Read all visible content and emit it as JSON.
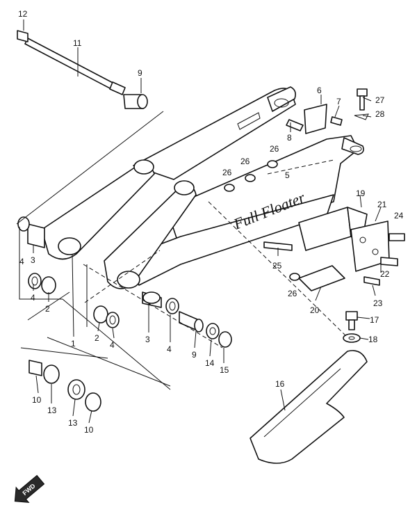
{
  "callouts": [
    {
      "id": "12",
      "label": "12"
    },
    {
      "id": "11",
      "label": "11"
    },
    {
      "id": "9a",
      "label": "9"
    },
    {
      "id": "6",
      "label": "6"
    },
    {
      "id": "7",
      "label": "7"
    },
    {
      "id": "8",
      "label": "8"
    },
    {
      "id": "27",
      "label": "27"
    },
    {
      "id": "28",
      "label": "28"
    },
    {
      "id": "26a",
      "label": "26"
    },
    {
      "id": "26b",
      "label": "26"
    },
    {
      "id": "26c",
      "label": "26"
    },
    {
      "id": "5",
      "label": "5"
    },
    {
      "id": "19",
      "label": "19"
    },
    {
      "id": "21",
      "label": "21"
    },
    {
      "id": "24",
      "label": "24"
    },
    {
      "id": "25",
      "label": "25"
    },
    {
      "id": "22",
      "label": "22"
    },
    {
      "id": "23",
      "label": "23"
    },
    {
      "id": "26d",
      "label": "26"
    },
    {
      "id": "20",
      "label": "20"
    },
    {
      "id": "17",
      "label": "17"
    },
    {
      "id": "18",
      "label": "18"
    },
    {
      "id": "3a",
      "label": "3"
    },
    {
      "id": "4a",
      "label": "4"
    },
    {
      "id": "4b",
      "label": "4"
    },
    {
      "id": "2a",
      "label": "2"
    },
    {
      "id": "1",
      "label": "1"
    },
    {
      "id": "2b",
      "label": "2"
    },
    {
      "id": "4c",
      "label": "4"
    },
    {
      "id": "3b",
      "label": "3"
    },
    {
      "id": "4d",
      "label": "4"
    },
    {
      "id": "9b",
      "label": "9"
    },
    {
      "id": "14",
      "label": "14"
    },
    {
      "id": "15",
      "label": "15"
    },
    {
      "id": "10a",
      "label": "10"
    },
    {
      "id": "13a",
      "label": "13"
    },
    {
      "id": "13b",
      "label": "13"
    },
    {
      "id": "10b",
      "label": "10"
    },
    {
      "id": "16",
      "label": "16"
    }
  ],
  "swingarm_logo": "Full Floater",
  "direction_badge": "FWD"
}
